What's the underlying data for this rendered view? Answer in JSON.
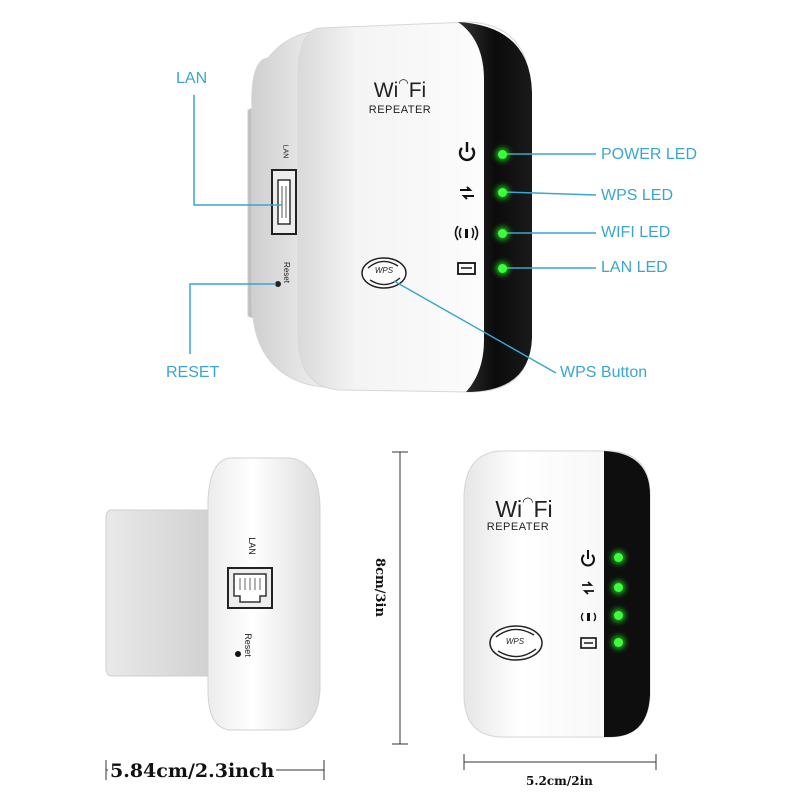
{
  "callouts": {
    "lan": "LAN",
    "reset": "RESET",
    "power_led": "POWER LED",
    "wps_led": "WPS LED",
    "wifi_led": "WIFI LED",
    "lan_led": "LAN LED",
    "wps_button": "WPS Button"
  },
  "device": {
    "brand": "Wi Fi",
    "brand_w": "Wi",
    "brand_fi": "Fi",
    "model": "REPEATER",
    "wps_badge": "WPS",
    "port_label": "LAN",
    "reset_label": "Reset"
  },
  "dimensions": {
    "depth": "5.84cm/2.3inch",
    "height": "8cm/3in",
    "width": "5.2cm/2in"
  },
  "colors": {
    "callout": "#3aa6cf",
    "led": "#3bff3b",
    "front_panel": "#111111",
    "body": "#ffffff"
  },
  "icons": [
    "power-icon",
    "wps-sync-icon",
    "wifi-signal-icon",
    "lan-port-icon"
  ]
}
